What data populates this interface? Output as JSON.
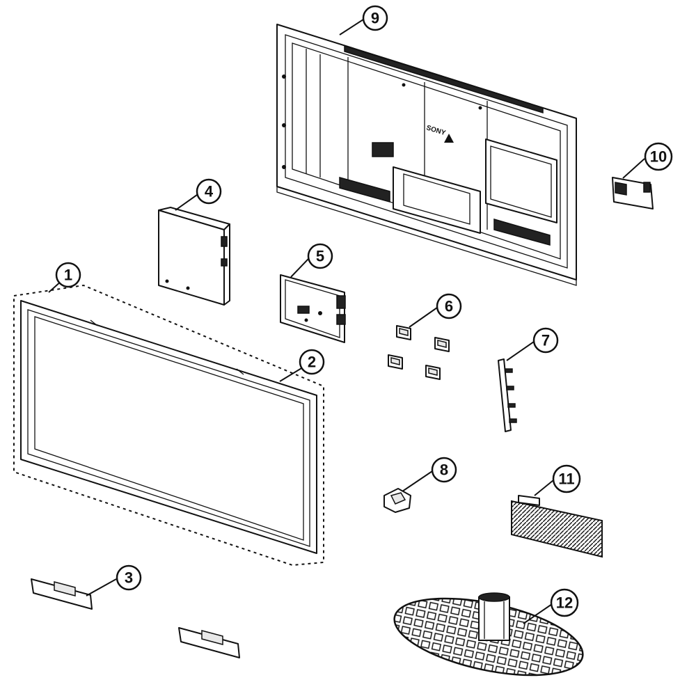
{
  "callouts": [
    {
      "label": "1"
    },
    {
      "label": "2"
    },
    {
      "label": "3"
    },
    {
      "label": "4"
    },
    {
      "label": "5"
    },
    {
      "label": "6"
    },
    {
      "label": "7"
    },
    {
      "label": "8"
    },
    {
      "label": "9"
    },
    {
      "label": "10"
    },
    {
      "label": "11"
    },
    {
      "label": "12"
    }
  ],
  "back_cover_text": "SONY"
}
